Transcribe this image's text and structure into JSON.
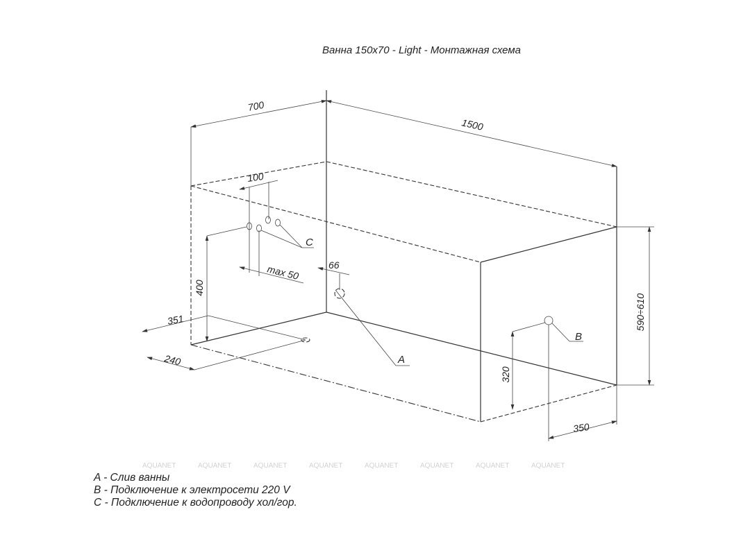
{
  "title": "Ванна 150x70 - Light - Монтажная схема",
  "dimensions": {
    "width": "700",
    "length": "1500",
    "height": "590÷610",
    "inlet_spacing": "100",
    "inlet_offset": "max 50",
    "drain_offset": "66",
    "inlet_height": "400",
    "drain_x": "351",
    "drain_y": "240",
    "power_height": "320",
    "power_offset": "350"
  },
  "markers": {
    "a": "A",
    "b": "B",
    "c": "C"
  },
  "watermark": "AQUANET",
  "legend": [
    "A - Слив ванны",
    "B - Подключение к электросети 220 V",
    "C - Подключение к водопроводу хол/гор."
  ]
}
